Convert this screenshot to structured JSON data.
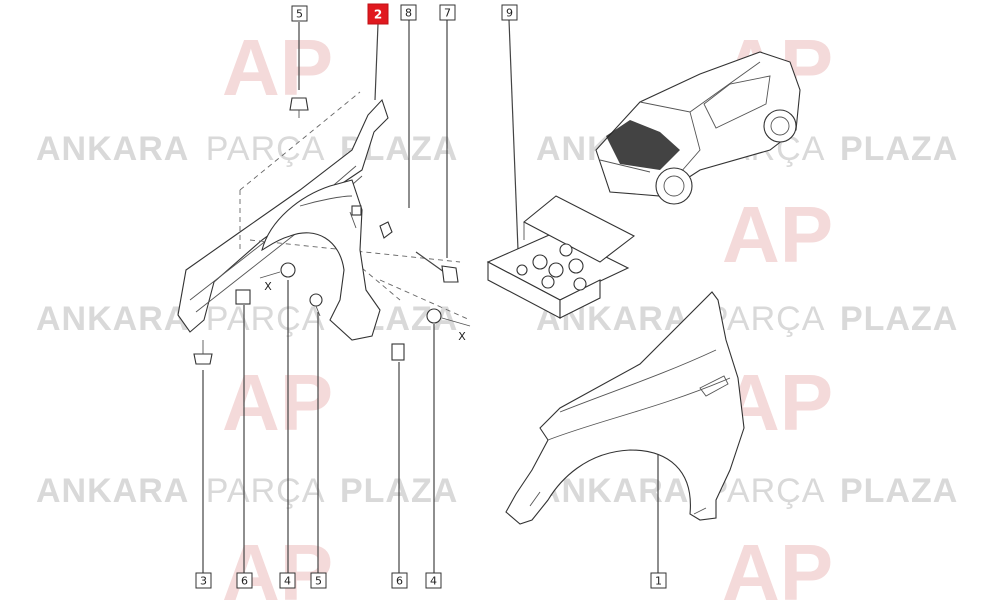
{
  "watermark": {
    "brand_word1": "ANKARA",
    "brand_word2": "PARÇA",
    "brand_word3": "PLAZA",
    "logo_letters": "AP",
    "logo_color": "#f3d6d6",
    "text_color": "#d9d9d9"
  },
  "callouts": {
    "top": [
      {
        "label": "5"
      },
      {
        "label": "2",
        "highlighted": true
      },
      {
        "label": "8"
      },
      {
        "label": "7"
      },
      {
        "label": "9"
      }
    ],
    "bottom": [
      {
        "label": "3"
      },
      {
        "label": "6"
      },
      {
        "label": "4"
      },
      {
        "label": "5"
      },
      {
        "label": "6"
      },
      {
        "label": "4"
      },
      {
        "label": "1"
      }
    ]
  },
  "axis_marks": {
    "left": "X",
    "right": "X"
  },
  "colors": {
    "highlight": "#e0191f",
    "line": "#333333"
  }
}
